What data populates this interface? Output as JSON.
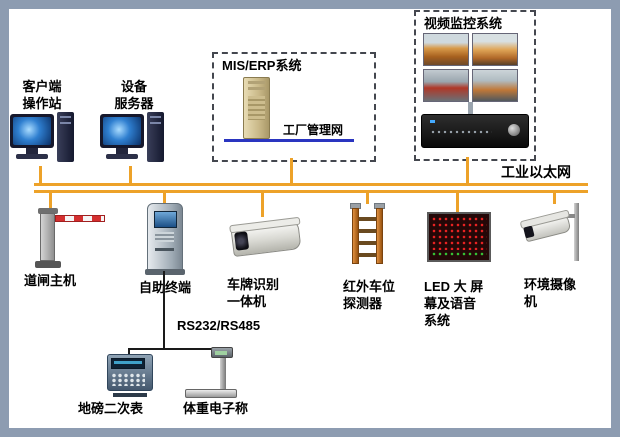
{
  "colors": {
    "frame": "#8d9cb1",
    "bus": "#eda229",
    "factory_net_line": "#2a35c0"
  },
  "bus": {
    "label": "工业以太网"
  },
  "top": {
    "client_station": {
      "label": "客户端\n操作站"
    },
    "device_server": {
      "label": "设备\n服务器"
    },
    "mis_erp": {
      "title": "MIS/ERP系统",
      "net_label": "工厂管理网"
    },
    "video": {
      "title": "视频监控系统"
    }
  },
  "devices": {
    "barrier": {
      "label": "道闸主机"
    },
    "kiosk": {
      "label": "自助终端"
    },
    "lpr": {
      "label": "车牌识别\n一体机"
    },
    "infrared": {
      "label": "红外车位\n探测器"
    },
    "led": {
      "label": "LED 大 屏\n幕及语音\n系统"
    },
    "env_camera": {
      "label": "环境摄像\n机"
    }
  },
  "serial": {
    "label": "RS232/RS485",
    "weighbridge": {
      "label": "地磅二次表"
    },
    "scale": {
      "label": "体重电子称"
    }
  }
}
